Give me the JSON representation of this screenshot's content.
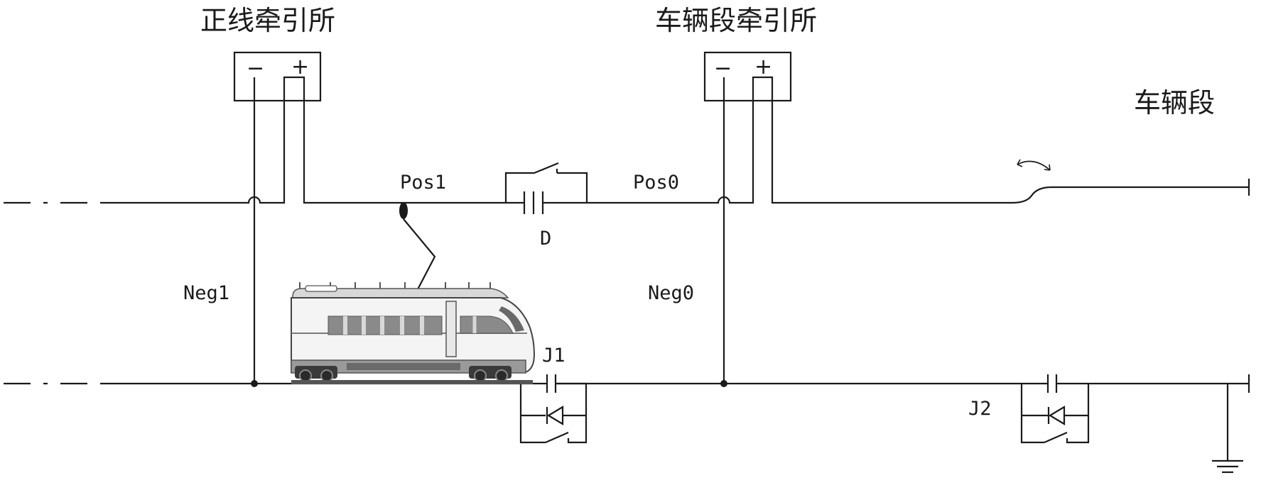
{
  "labels": {
    "mainline_substation": "正线牵引所",
    "depot_substation": "车辆段牵引所",
    "depot": "车辆段",
    "pos1": "Pos1",
    "pos0": "Pos0",
    "neg1": "Neg1",
    "neg0": "Neg0",
    "d": "D",
    "j1": "J1",
    "j2": "J2",
    "minus": "−",
    "plus": "+"
  }
}
